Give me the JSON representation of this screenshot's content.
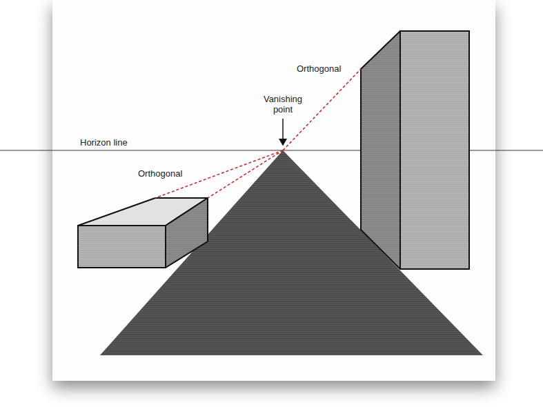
{
  "diagram": {
    "labels": [
      "Orthogonal",
      "Vanishing point",
      "Horizon line",
      "Orthogonal"
    ]
  }
}
